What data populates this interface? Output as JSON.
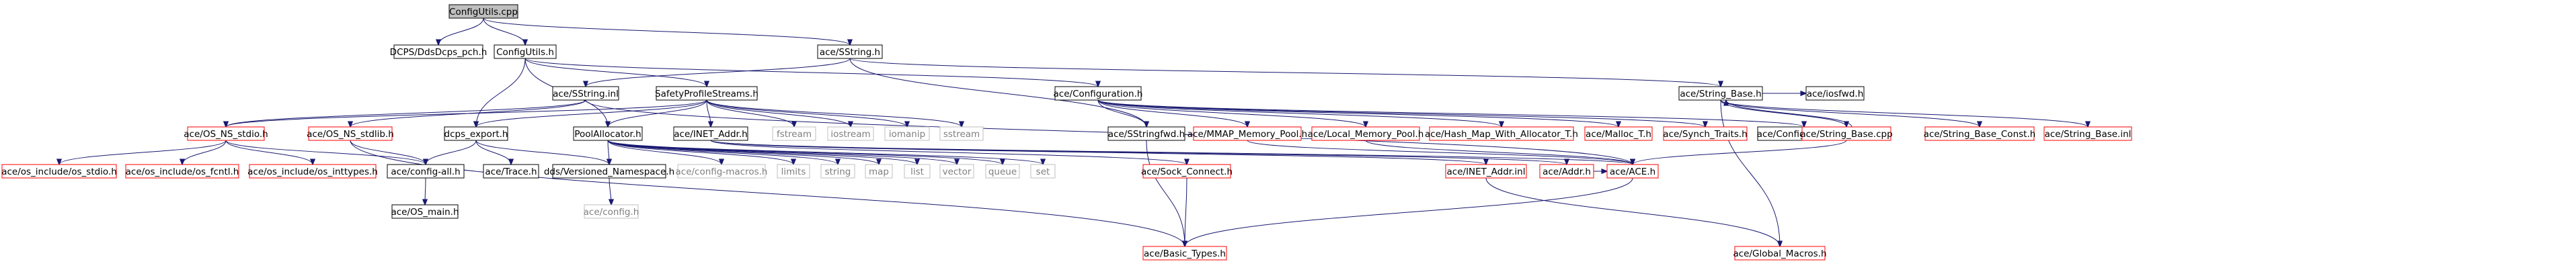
{
  "graph": {
    "colors": {
      "edge": "#191970",
      "root_fill": "#bfbfbf",
      "node_border": "#000000",
      "truncated_border": "#ff0000",
      "system_border": "#bfbfbf",
      "system_text": "#7f7f7f",
      "node_fill": "#ffffff"
    },
    "nodes": [
      {
        "id": "n_configutils_cpp",
        "label": "ConfigUtils.cpp",
        "kind": "root"
      },
      {
        "id": "n_dcps_pch",
        "label": "DCPS/DdsDcps_pch.h",
        "kind": "normal"
      },
      {
        "id": "n_configutils_h",
        "label": "ConfigUtils.h",
        "kind": "normal"
      },
      {
        "id": "n_sstring_h",
        "label": "ace/SString.h",
        "kind": "normal"
      },
      {
        "id": "n_sstring_inl",
        "label": "ace/SString.inl",
        "kind": "normal"
      },
      {
        "id": "n_safety",
        "label": "SafetyProfileStreams.h",
        "kind": "normal"
      },
      {
        "id": "n_configuration_h",
        "label": "ace/Configuration.h",
        "kind": "normal"
      },
      {
        "id": "n_string_base_h",
        "label": "ace/String_Base.h",
        "kind": "normal"
      },
      {
        "id": "n_iosfwd",
        "label": "ace/iosfwd.h",
        "kind": "normal"
      },
      {
        "id": "n_os_ns_stdio",
        "label": "ace/OS_NS_stdio.h",
        "kind": "truncated"
      },
      {
        "id": "n_os_ns_stdlib",
        "label": "ace/OS_NS_stdlib.h",
        "kind": "truncated"
      },
      {
        "id": "n_dcps_export",
        "label": "dcps_export.h",
        "kind": "normal"
      },
      {
        "id": "n_poolallocator",
        "label": "PoolAllocator.h",
        "kind": "normal"
      },
      {
        "id": "n_inet_addr_h",
        "label": "ace/INET_Addr.h",
        "kind": "normal"
      },
      {
        "id": "n_fstream",
        "label": "fstream",
        "kind": "system"
      },
      {
        "id": "n_iostream",
        "label": "iostream",
        "kind": "system"
      },
      {
        "id": "n_iomanip",
        "label": "iomanip",
        "kind": "system"
      },
      {
        "id": "n_sstream",
        "label": "sstream",
        "kind": "system"
      },
      {
        "id": "n_sstringfwd",
        "label": "ace/SStringfwd.h",
        "kind": "normal"
      },
      {
        "id": "n_mmap",
        "label": "ace/MMAP_Memory_Pool.h",
        "kind": "truncated"
      },
      {
        "id": "n_local_mem",
        "label": "ace/Local_Memory_Pool.h",
        "kind": "truncated"
      },
      {
        "id": "n_hash_map",
        "label": "ace/Hash_Map_With_Allocator_T.h",
        "kind": "truncated"
      },
      {
        "id": "n_malloc_t",
        "label": "ace/Malloc_T.h",
        "kind": "truncated"
      },
      {
        "id": "n_synch_traits",
        "label": "ace/Synch_Traits.h",
        "kind": "truncated"
      },
      {
        "id": "n_configuration_inl",
        "label": "ace/Configuration.inl",
        "kind": "normal"
      },
      {
        "id": "n_string_base_cpp",
        "label": "ace/String_Base.cpp",
        "kind": "truncated"
      },
      {
        "id": "n_string_base_const",
        "label": "ace/String_Base_Const.h",
        "kind": "truncated"
      },
      {
        "id": "n_string_base_inl",
        "label": "ace/String_Base.inl",
        "kind": "truncated"
      },
      {
        "id": "n_os_include_stdio",
        "label": "ace/os_include/os_stdio.h",
        "kind": "truncated"
      },
      {
        "id": "n_os_include_fcntl",
        "label": "ace/os_include/os_fcntl.h",
        "kind": "truncated"
      },
      {
        "id": "n_os_include_inttypes",
        "label": "ace/os_include/os_inttypes.h",
        "kind": "truncated"
      },
      {
        "id": "n_config_all",
        "label": "ace/config-all.h",
        "kind": "normal"
      },
      {
        "id": "n_trace",
        "label": "ace/Trace.h",
        "kind": "normal"
      },
      {
        "id": "n_versioned_ns",
        "label": "dds/Versioned_Namespace.h",
        "kind": "normal"
      },
      {
        "id": "n_config_macros",
        "label": "ace/config-macros.h",
        "kind": "system"
      },
      {
        "id": "n_limits",
        "label": "limits",
        "kind": "system"
      },
      {
        "id": "n_string",
        "label": "string",
        "kind": "system"
      },
      {
        "id": "n_map",
        "label": "map",
        "kind": "system"
      },
      {
        "id": "n_list",
        "label": "list",
        "kind": "system"
      },
      {
        "id": "n_vector",
        "label": "vector",
        "kind": "system"
      },
      {
        "id": "n_queue",
        "label": "queue",
        "kind": "system"
      },
      {
        "id": "n_set",
        "label": "set",
        "kind": "system"
      },
      {
        "id": "n_sock_connect",
        "label": "ace/Sock_Connect.h",
        "kind": "truncated"
      },
      {
        "id": "n_inet_addr_inl",
        "label": "ace/INET_Addr.inl",
        "kind": "truncated"
      },
      {
        "id": "n_addr_h",
        "label": "ace/Addr.h",
        "kind": "truncated"
      },
      {
        "id": "n_ace_h",
        "label": "ace/ACE.h",
        "kind": "truncated"
      },
      {
        "id": "n_os_main",
        "label": "ace/OS_main.h",
        "kind": "normal"
      },
      {
        "id": "n_config_h",
        "label": "ace/config.h",
        "kind": "system"
      },
      {
        "id": "n_basic_types",
        "label": "ace/Basic_Types.h",
        "kind": "truncated"
      },
      {
        "id": "n_global_macros",
        "label": "ace/Global_Macros.h",
        "kind": "truncated"
      }
    ],
    "edges": [
      [
        "n_configutils_cpp",
        "n_dcps_pch"
      ],
      [
        "n_configutils_cpp",
        "n_configutils_h"
      ],
      [
        "n_configutils_cpp",
        "n_sstring_h"
      ],
      [
        "n_configutils_h",
        "n_dcps_export"
      ],
      [
        "n_configutils_h",
        "n_safety"
      ],
      [
        "n_configutils_h",
        "n_poolallocator"
      ],
      [
        "n_configutils_h",
        "n_configuration_h"
      ],
      [
        "n_sstring_h",
        "n_sstring_inl"
      ],
      [
        "n_sstring_h",
        "n_sstringfwd"
      ],
      [
        "n_sstring_h",
        "n_string_base_h"
      ],
      [
        "n_sstring_inl",
        "n_os_ns_stdio"
      ],
      [
        "n_sstring_inl",
        "n_os_ns_stdlib"
      ],
      [
        "n_sstring_inl",
        "n_ace_h"
      ],
      [
        "n_safety",
        "n_dcps_export"
      ],
      [
        "n_safety",
        "n_poolallocator"
      ],
      [
        "n_safety",
        "n_inet_addr_h"
      ],
      [
        "n_safety",
        "n_fstream"
      ],
      [
        "n_safety",
        "n_iostream"
      ],
      [
        "n_safety",
        "n_iomanip"
      ],
      [
        "n_safety",
        "n_sstream"
      ],
      [
        "n_safety",
        "n_os_ns_stdio"
      ],
      [
        "n_configuration_h",
        "n_sstringfwd"
      ],
      [
        "n_configuration_h",
        "n_mmap"
      ],
      [
        "n_configuration_h",
        "n_local_mem"
      ],
      [
        "n_configuration_h",
        "n_hash_map"
      ],
      [
        "n_configuration_h",
        "n_malloc_t"
      ],
      [
        "n_configuration_h",
        "n_synch_traits"
      ],
      [
        "n_configuration_h",
        "n_configuration_inl"
      ],
      [
        "n_string_base_h",
        "n_string_base_cpp"
      ],
      [
        "n_string_base_h",
        "n_iosfwd"
      ],
      [
        "n_string_base_h",
        "n_string_base_const"
      ],
      [
        "n_string_base_h",
        "n_string_base_inl"
      ],
      [
        "n_string_base_h",
        "n_global_macros"
      ],
      [
        "n_string_base_cpp",
        "n_string_base_h"
      ],
      [
        "n_string_base_cpp",
        "n_ace_h"
      ],
      [
        "n_os_ns_stdio",
        "n_os_include_stdio"
      ],
      [
        "n_os_ns_stdio",
        "n_os_include_fcntl"
      ],
      [
        "n_os_ns_stdio",
        "n_os_include_inttypes"
      ],
      [
        "n_os_ns_stdio",
        "n_config_all"
      ],
      [
        "n_os_ns_stdlib",
        "n_config_all"
      ],
      [
        "n_os_ns_stdlib",
        "n_basic_types"
      ],
      [
        "n_dcps_export",
        "n_config_all"
      ],
      [
        "n_dcps_export",
        "n_trace"
      ],
      [
        "n_dcps_export",
        "n_versioned_ns"
      ],
      [
        "n_config_all",
        "n_os_main"
      ],
      [
        "n_versioned_ns",
        "n_config_h"
      ],
      [
        "n_poolallocator",
        "n_versioned_ns"
      ],
      [
        "n_poolallocator",
        "n_config_macros"
      ],
      [
        "n_poolallocator",
        "n_limits"
      ],
      [
        "n_poolallocator",
        "n_string"
      ],
      [
        "n_poolallocator",
        "n_map"
      ],
      [
        "n_poolallocator",
        "n_list"
      ],
      [
        "n_poolallocator",
        "n_vector"
      ],
      [
        "n_poolallocator",
        "n_queue"
      ],
      [
        "n_poolallocator",
        "n_set"
      ],
      [
        "n_inet_addr_h",
        "n_sock_connect"
      ],
      [
        "n_inet_addr_h",
        "n_inet_addr_inl"
      ],
      [
        "n_inet_addr_h",
        "n_addr_h"
      ],
      [
        "n_inet_addr_h",
        "n_ace_h"
      ],
      [
        "n_sock_connect",
        "n_basic_types"
      ],
      [
        "n_inet_addr_inl",
        "n_global_macros"
      ],
      [
        "n_addr_h",
        "n_ace_h"
      ],
      [
        "n_sstringfwd",
        "n_basic_types"
      ],
      [
        "n_mmap",
        "n_ace_h"
      ],
      [
        "n_local_mem",
        "n_ace_h"
      ],
      [
        "n_ace_h",
        "n_basic_types"
      ]
    ]
  }
}
